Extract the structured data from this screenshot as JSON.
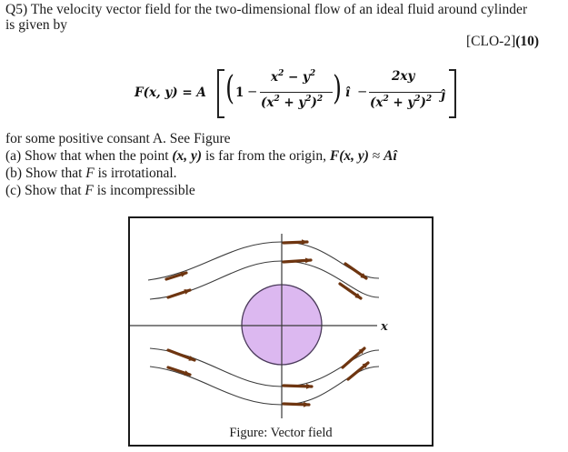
{
  "question": {
    "line1": "Q5) The velocity vector field for the two-dimensional flow of an ideal fluid around  cylinder",
    "line2": "is given by",
    "clo_label": "[CLO-2]",
    "marks": "(10)"
  },
  "formula": {
    "lhs": "F(x, y) = A",
    "one": "1",
    "minus": "−",
    "num1_text": "x² − y²",
    "den1_text": "(x² + y²)²",
    "i_hat": "ı̂",
    "num2_text": "2xy",
    "den2_text": "(x² + y²)²",
    "j_hat": "ȷ̂"
  },
  "text": {
    "intro": "for some positive consant A. See Figure",
    "part_a_prefix": "(a) Show that when the point ",
    "part_a_point": "(x, y)",
    "part_a_mid": " is far from the origin, ",
    "part_a_expr": "F(x, y)",
    "part_a_approx": " ≈ ",
    "part_a_result": "Aî",
    "part_b_prefix": "(b) Show that ",
    "part_b_var": "F",
    "part_b_suffix": " is irrotational.",
    "part_c_prefix": "(c) Show that ",
    "part_c_var": "F",
    "part_c_suffix": " is incompressible"
  },
  "figure": {
    "caption": "Figure: Vector field",
    "axis_label": "x",
    "colors": {
      "cylinder_fill": "#dcb8f0",
      "cylinder_stroke": "#4a3a5a",
      "streamline": "#3c3c3c",
      "arrow": "#7a3d10",
      "axis": "#3a3a3a",
      "border": "#1a1a1a"
    }
  }
}
